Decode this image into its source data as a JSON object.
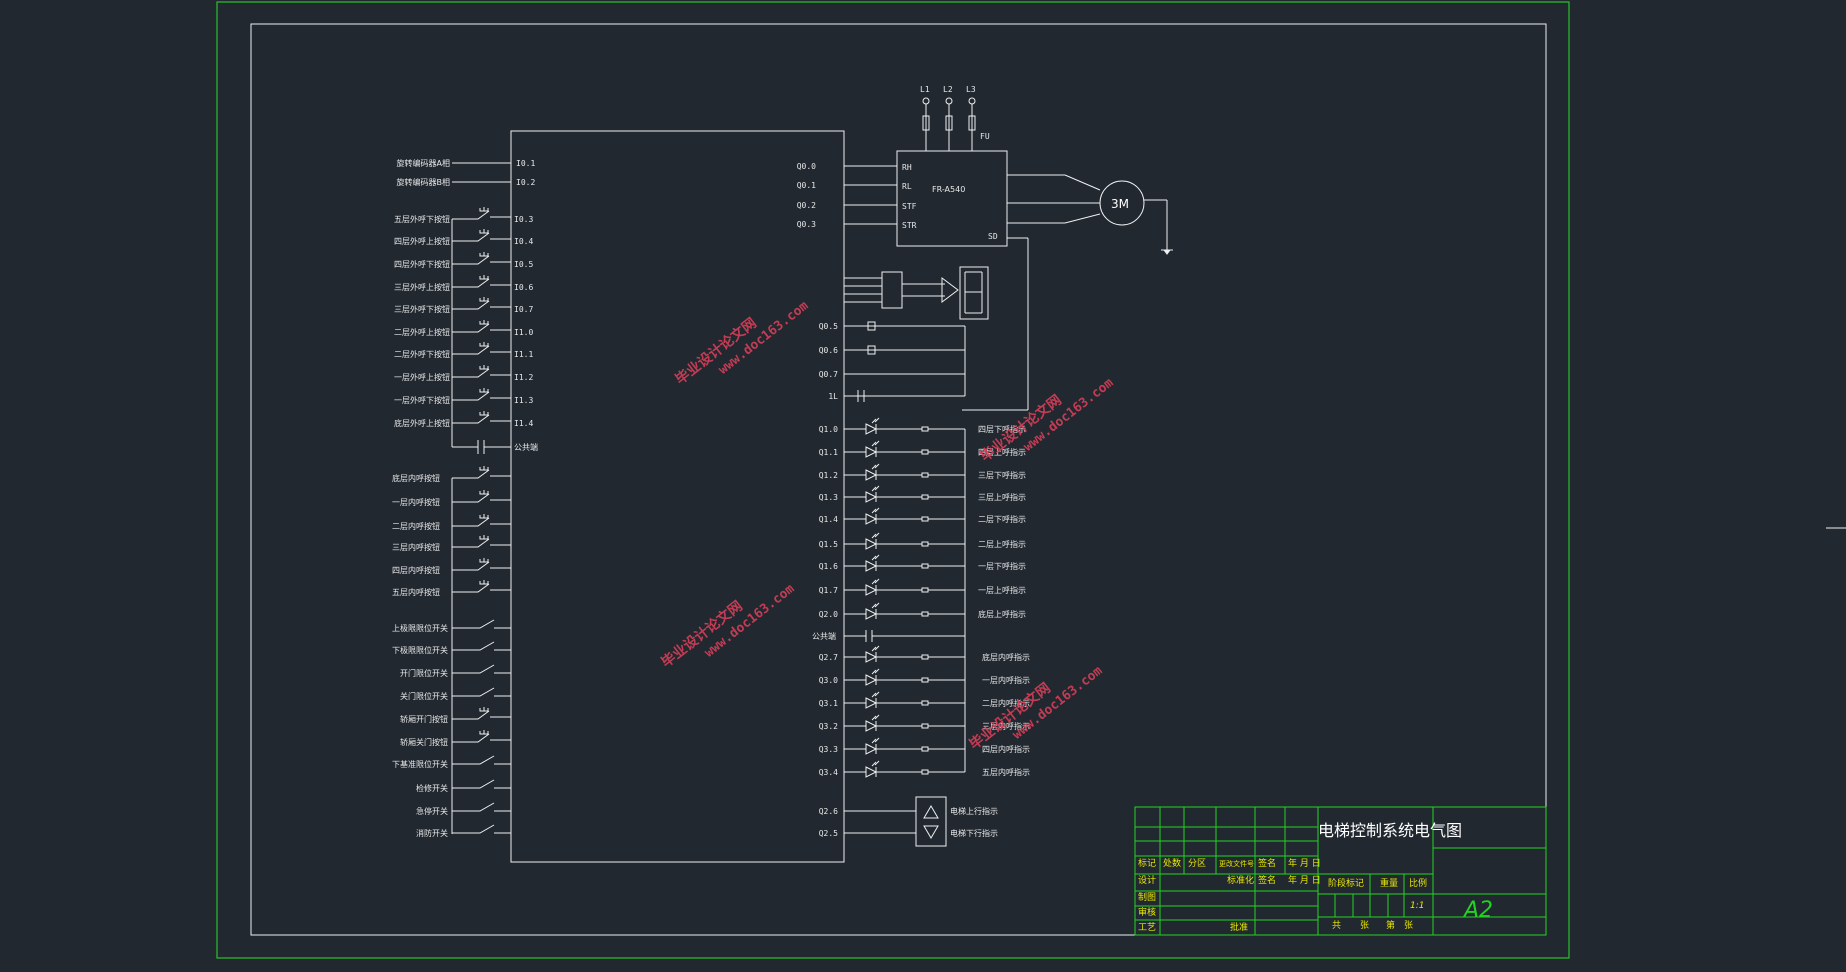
{
  "plc": {
    "left_top_inputs": [
      {
        "label": "旋转编码器A相",
        "pin": "I0.1"
      },
      {
        "label": "旋转编码器B相",
        "pin": "I0.2"
      }
    ],
    "left_buttons_1": [
      {
        "label": "五层外呼下按钮",
        "pin": "I0.3"
      },
      {
        "label": "四层外呼上按钮",
        "pin": "I0.4"
      },
      {
        "label": "四层外呼下按钮",
        "pin": "I0.5"
      },
      {
        "label": "三层外呼上按钮",
        "pin": "I0.6"
      },
      {
        "label": "三层外呼下按钮",
        "pin": "I0.7"
      },
      {
        "label": "二层外呼上按钮",
        "pin": "I1.0"
      },
      {
        "label": "二层外呼下按钮",
        "pin": "I1.1"
      },
      {
        "label": "一层外呼上按钮",
        "pin": "I1.2"
      },
      {
        "label": "一层外呼下按钮",
        "pin": "I1.3"
      },
      {
        "label": "底层外呼上按钮",
        "pin": "I1.4"
      }
    ],
    "common_in": "公共端",
    "left_buttons_2": [
      "底层内呼按钮",
      "一层内呼按钮",
      "二层内呼按钮",
      "三层内呼按钮",
      "四层内呼按钮",
      "五层内呼按钮"
    ],
    "left_switches": [
      "上极限限位开关",
      "下极限限位开关",
      "开门限位开关",
      "关门限位开关",
      "轿厢开门按钮",
      "轿厢关门按钮",
      "下基准限位开关",
      "检修开关",
      "急停开关",
      "消防开关"
    ],
    "right_top_outputs": [
      "Q0.0",
      "Q0.1",
      "Q0.2",
      "Q0.3"
    ],
    "right_mid_outputs": [
      "Q0.5",
      "Q0.6",
      "Q0.7",
      "1L"
    ],
    "right_lamps": [
      {
        "pin": "Q1.0",
        "label": "四层下呼指示"
      },
      {
        "pin": "Q1.1",
        "label": "四层上呼指示"
      },
      {
        "pin": "Q1.2",
        "label": "三层下呼指示"
      },
      {
        "pin": "Q1.3",
        "label": "三层上呼指示"
      },
      {
        "pin": "Q1.4",
        "label": "二层下呼指示"
      },
      {
        "pin": "Q1.5",
        "label": "二层上呼指示"
      },
      {
        "pin": "Q1.6",
        "label": "一层下呼指示"
      },
      {
        "pin": "Q1.7",
        "label": "一层上呼指示"
      },
      {
        "pin": "Q2.0",
        "label": "底层上呼指示"
      }
    ],
    "common_out": "公共端",
    "right_lamps_2": [
      {
        "pin": "Q2.7",
        "label": "底层内呼指示"
      },
      {
        "pin": "Q3.0",
        "label": "一层内呼指示"
      },
      {
        "pin": "Q3.1",
        "label": "二层内呼指示"
      },
      {
        "pin": "Q3.2",
        "label": "三层内呼指示"
      },
      {
        "pin": "Q3.3",
        "label": "四层内呼指示"
      },
      {
        "pin": "Q3.4",
        "label": "五层内呼指示"
      }
    ],
    "dir_outputs": [
      {
        "pin": "Q2.6",
        "label": "电梯上行指示"
      },
      {
        "pin": "Q2.5",
        "label": "电梯下行指示"
      }
    ]
  },
  "inverter": {
    "model": "FR-A540",
    "terminals": [
      "RH",
      "RL",
      "STF",
      "STR"
    ],
    "sd": "SD",
    "phases": [
      "L1",
      "L2",
      "L3"
    ],
    "fuse": "FU",
    "motor": "3M"
  },
  "title_block": {
    "title": "电梯控制系统电气图",
    "row1": [
      "标记",
      "处数",
      "分区",
      "更改文件号",
      "签名",
      "年 月 日"
    ],
    "row2": [
      "设计",
      "标准化",
      "签名",
      "年 月 日",
      "阶段标记",
      "重量",
      "比例"
    ],
    "rows_left": [
      "制图",
      "审核",
      "工艺"
    ],
    "approve": "批准",
    "scale": "1:1",
    "sheet": [
      "共",
      "张",
      "第",
      "张"
    ],
    "size": "A2"
  },
  "watermarks": [
    "毕业设计论文网",
    "www.doc163.com"
  ]
}
